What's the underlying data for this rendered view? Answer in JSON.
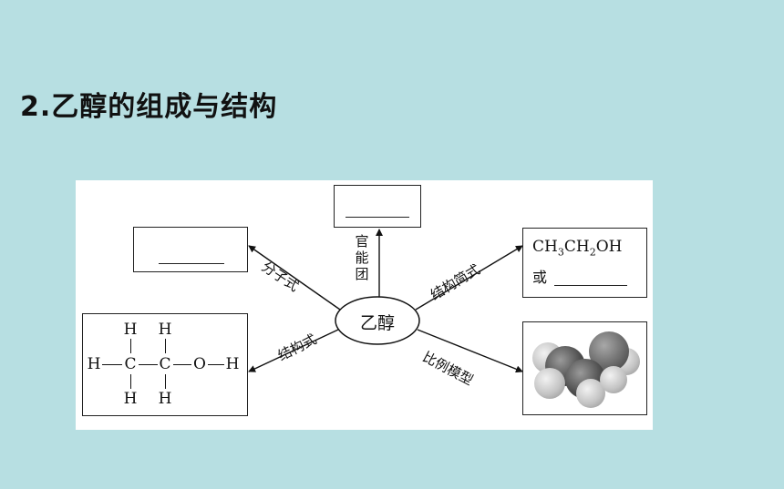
{
  "heading": "2.乙醇的组成与结构",
  "diagram": {
    "center": "乙醇",
    "arrows": {
      "top": "官能团",
      "upper_left": "分子式",
      "upper_right": "结构简式",
      "lower_left": "结构式",
      "lower_right": "比例模型"
    },
    "structural_formula": {
      "top_row": [
        "H",
        "H"
      ],
      "middle_row": [
        "H",
        "C",
        "C",
        "O",
        "H"
      ],
      "bottom_row": [
        "H",
        "H"
      ]
    },
    "simplified_formula": {
      "formula_parts": [
        "CH",
        "3",
        "CH",
        "2",
        "OH"
      ],
      "or_label": "或"
    },
    "model": {
      "colors": {
        "carbon": "#4f4f4f",
        "hydrogen": "#c4c4c4",
        "oxygen": "#6c6c6c"
      }
    }
  }
}
